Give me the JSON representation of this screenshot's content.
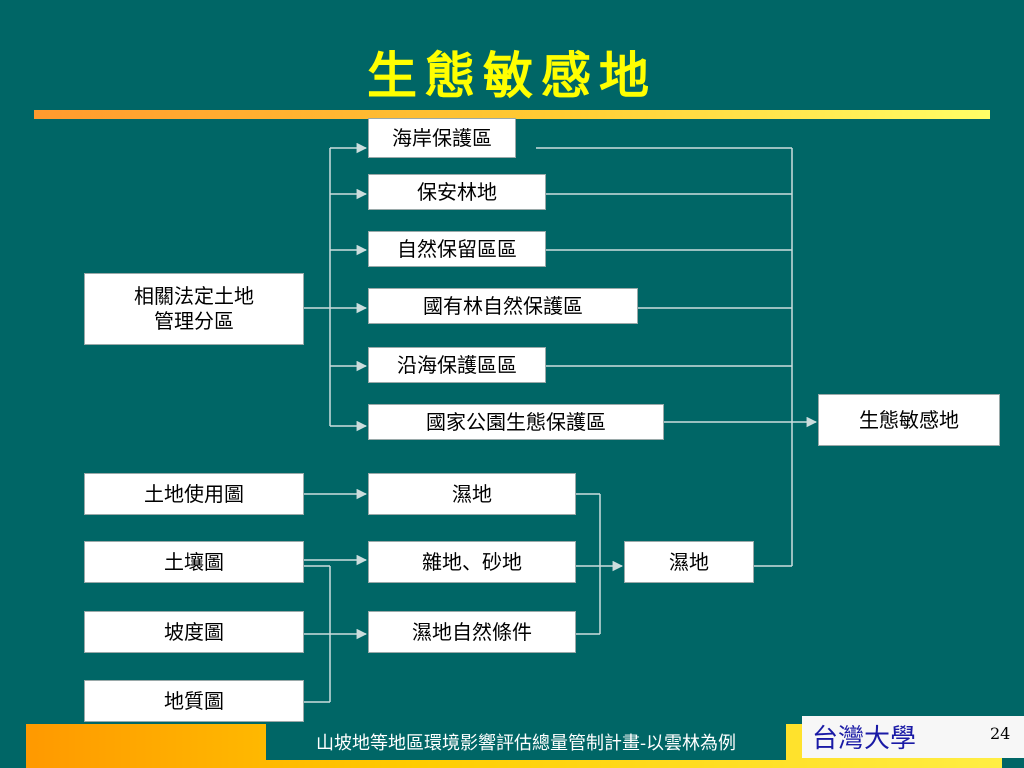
{
  "title": "生態敏感地",
  "left": {
    "zoning": "相關法定土地\n管理分區",
    "landuse_map": "土地使用圖",
    "soil_map": "土壤圖",
    "slope_map": "坡度圖",
    "geology_map": "地質圖"
  },
  "middle": {
    "coastal_protection": "海岸保護區",
    "protection_forest": "保安林地",
    "nature_reserve": "自然保留區區",
    "national_forest_reserve": "國有林自然保護區",
    "coastal_protection_2": "沿海保護區區",
    "national_park_eco": "國家公園生態保護區",
    "wetland": "濕地",
    "wasteland_sand": "雜地、砂地",
    "wetland_conditions": "濕地自然條件"
  },
  "right": {
    "wetland_result": "濕地",
    "eco_sensitive": "生態敏感地"
  },
  "footer": {
    "text": "山坡地等地區環境影響評估總量管制計畫-以雲林為例",
    "logo": "台灣大學",
    "page": "24"
  },
  "colors": {
    "background": "#006666",
    "title": "#ffff00",
    "connector": "#ccdddd",
    "logo_text": "#1a1aa6"
  }
}
